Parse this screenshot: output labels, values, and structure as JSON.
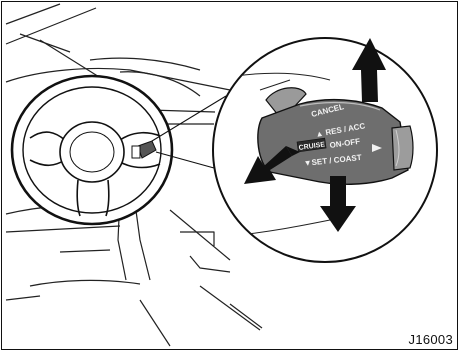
{
  "figure": {
    "id": "J16003"
  },
  "lever_labels": {
    "cancel": "CANCEL",
    "res_acc": "▲ RES / ACC",
    "cruise": "CRUISE",
    "on_off": "ON-OFF",
    "set_coast": "▼SET / COAST"
  }
}
